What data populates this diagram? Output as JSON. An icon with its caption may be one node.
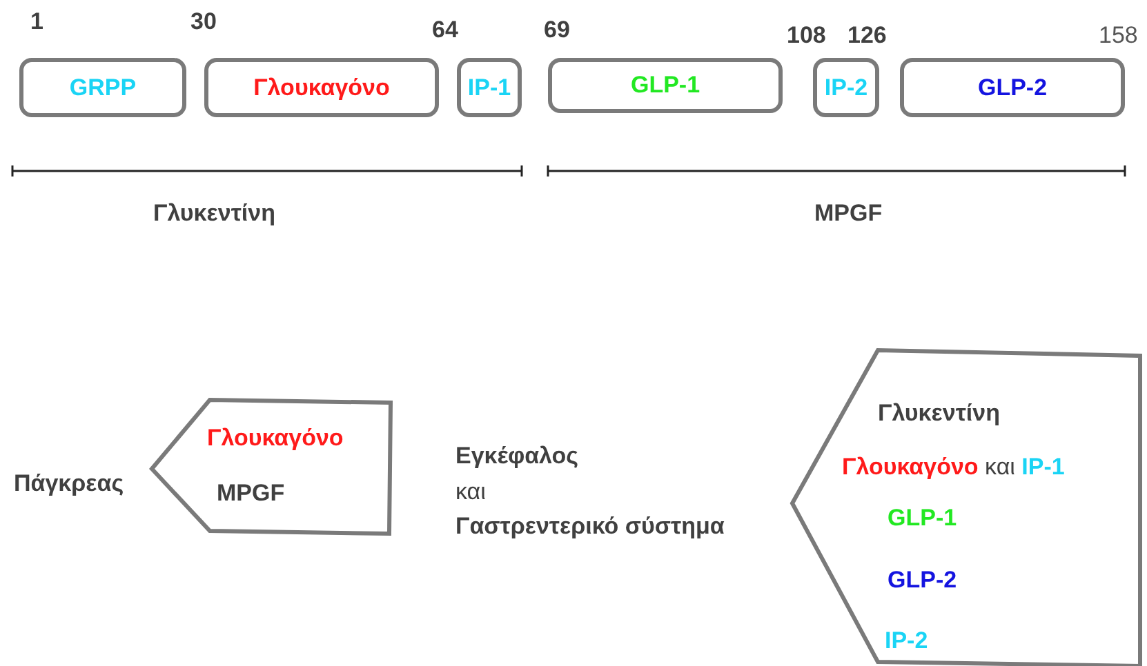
{
  "diagram": {
    "nodes": [
      {
        "text": [
          "GRPP"
        ]
      },
      {
        "text": [
          "Γλουκαγόνο"
        ]
      },
      {
        "text": [
          "IP-1"
        ]
      },
      {
        "text": [
          "GLP-1"
        ]
      },
      {
        "text": [
          "IP-2"
        ]
      },
      {
        "text": [
          "GLP-2"
        ]
      },
      {
        "text": [
          "Γλουκαγόνο",
          "MPGF"
        ],
        "beside": [
          "Πάγκρεας"
        ]
      },
      {
        "text": [
          "Γλυκεντίνη",
          "Γλουκαγόνο και IP-1",
          "GLP-1",
          "GLP-2",
          "IP-2"
        ],
        "beside": [
          "Εγκέφαλος και Γαστρεντερικό σύστημα"
        ]
      }
    ],
    "edges": [],
    "labels": [
      "1",
      "30",
      "64",
      "69",
      "108",
      "126",
      "158",
      "Γλυκεντίνη",
      "MPGF"
    ]
  }
}
